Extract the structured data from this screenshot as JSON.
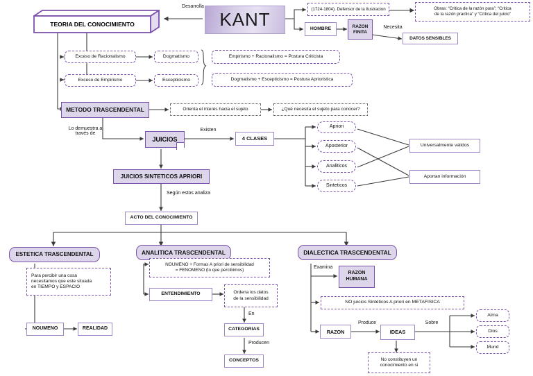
{
  "diagram": {
    "title": "KANT - Teoria del Conocimiento",
    "colors": {
      "accent_border": "#7b52ab",
      "accent_fill": "#ddd5ea",
      "light_border": "#9d86c4",
      "line": "#3a3a3a",
      "text": "#111111"
    }
  },
  "nodes": {
    "teoria_conocimiento": "TEORIA DEL CONOCIMIENTO",
    "kant": "KANT",
    "fechas": "(1724-1804). Defensor de la Ilustracion",
    "obras_l1": "Obras: “Critica de la razón pura”; “Critica",
    "obras_l2": "de la razón practica” y “Critica del juicio”",
    "hombre": "HOMBRE",
    "razon_finita_l1": "RAZON",
    "razon_finita_l2": "FINITA",
    "datos_sensibles": "DATOS SENSIBLES",
    "exceso_racionalismo": "Exceso de Racionalismo",
    "exceso_empirismo": "Exceso de Empirismo",
    "dogmatismo": "Dogmatismo",
    "escepticismo": "Escepticismo",
    "postura_criticista": "Empirismo + Racionalismo = Postura Criticista",
    "postura_apriorista": "Dogmatismo +  Escepticismo = Postura Aprioristica",
    "metodo_trascendental": "METODO TRASCENDENTAL",
    "orienta_interes": "Orienta el interés hacia el sujeto",
    "que_necesita": "¿Qué necesita el sujeto para conocer?",
    "juicios": "JUICIOS",
    "cuatro_clases": "4 CLASES",
    "apriori": "Apriori",
    "aposterior": "Aposterior",
    "analiticos": "Analiticos",
    "sinteticos": "Sinteticos",
    "universalmente_validos": "Universalmente validos",
    "aportan_informacion": "Aportan información",
    "juicios_sinteticos_apriori": "JUICIOS SINTETICOS APRIORI",
    "acto_conocimiento": "ACTO DEL CONOCIMIENTO",
    "estetica_trascendental": "ESTETICA TRASCENDENTAL",
    "percibir_l1": "Para percibir una cosa",
    "percibir_l2": "necesitamos que este situada",
    "percibir_l3": "en TIEMPO y ESPACIO",
    "noumeno": "NOUMENO",
    "realidad": "REALIDAD",
    "analitica_trascendental": "ANALITICA TRASCENDENTAL",
    "fenomeno_l1": "NOUMENO + Formas A priori de sensibilidad",
    "fenomeno_l2": "= FENOMENO (lo que percibimos)",
    "entendimiento": "ENTENDIMIENTO",
    "ordena_l1": "Ordena los datos",
    "ordena_l2": "de la sensibilidad",
    "categorias": "CATEGORIAS",
    "conceptos": "CONCEPTOS",
    "dialectica_trascendental": "DIALECTICA TRASCENDENTAL",
    "razon_humana_l1": "RAZON",
    "razon_humana_l2": "HUMANA",
    "no_juicios_metafisica": "NO juicios Sintéticos A priori en METAFISICA",
    "razon": "RAZON",
    "ideas": "IDEAS",
    "no_constituyen_l1": "No constituyen un",
    "no_constituyen_l2": "conocimiento en si",
    "alma": "Alma",
    "dios": "Dios",
    "mundo": "Mund"
  },
  "edge_labels": {
    "desarrolla": "Desarrolla",
    "necesita": "Necesita",
    "lo_demuestra_l1": "Lo demuestra a",
    "lo_demuestra_l2": "través de",
    "existen": "Existen",
    "segun_estos_analiza": "Según estos analiza",
    "en": "En",
    "producen": "Producen",
    "examina": "Examina",
    "produce": "Produce",
    "sobre": "Sobre"
  }
}
